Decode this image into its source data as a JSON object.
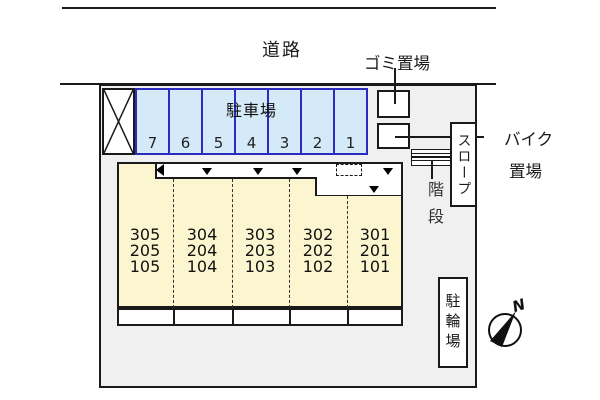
{
  "road": {
    "label": "道路"
  },
  "site": {
    "parking": {
      "label": "駐車場",
      "stalls": [
        "7",
        "6",
        "5",
        "4",
        "3",
        "2",
        "1"
      ]
    },
    "building": {
      "columns": [
        {
          "units": [
            "305",
            "205",
            "105"
          ]
        },
        {
          "units": [
            "304",
            "204",
            "104"
          ]
        },
        {
          "units": [
            "303",
            "203",
            "103"
          ]
        },
        {
          "units": [
            "302",
            "202",
            "102"
          ]
        },
        {
          "units": [
            "301",
            "201",
            "101"
          ]
        }
      ]
    },
    "garbage": {
      "label": "ゴミ置場"
    },
    "bike": {
      "label_lines": [
        "バイク",
        "置場"
      ]
    },
    "slope": {
      "label": "スロープ"
    },
    "stairs": {
      "label": "階段"
    },
    "bicycle_parking": {
      "label": "駐輪場"
    },
    "compass": {
      "label": "N"
    }
  },
  "colors": {
    "site_fill": "#f0f0f0",
    "stall_fill": "#d4eaf8",
    "stall_border": "#2b2bc0",
    "building_fill": "#fbf6cf",
    "line": "#1a1a1a"
  }
}
